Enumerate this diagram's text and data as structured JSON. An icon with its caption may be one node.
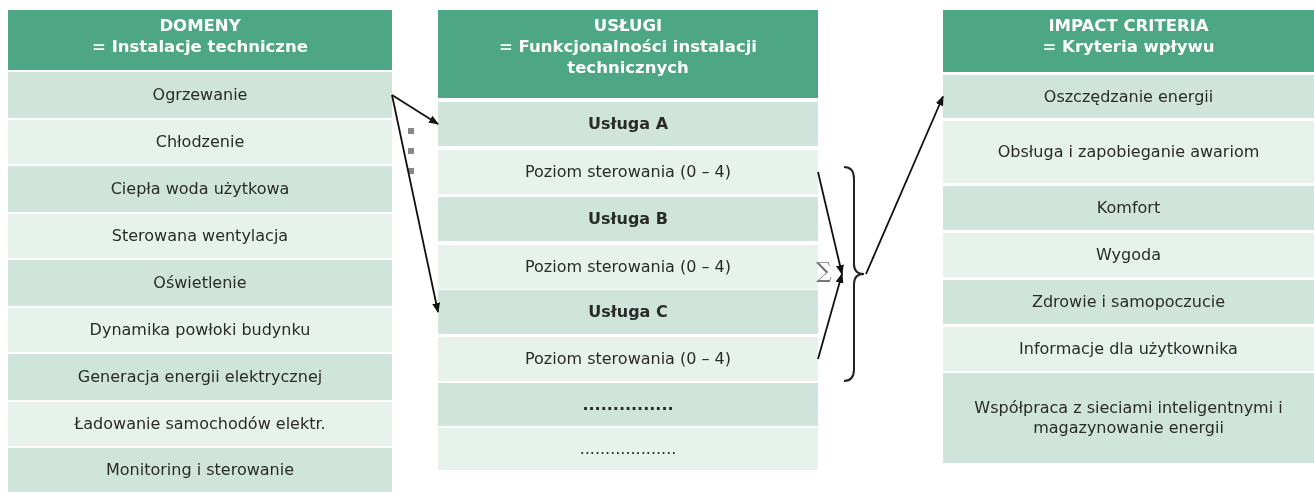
{
  "diagram": {
    "nodes": [
      {
        "text": [
          "DOMENY",
          "= Instalacje techniczne"
        ]
      },
      {
        "text": [
          "Ogrzewanie"
        ]
      },
      {
        "text": [
          "Chłodzenie"
        ]
      },
      {
        "text": [
          "Ciepła woda użytkowa"
        ]
      },
      {
        "text": [
          "Sterowana wentylacja"
        ]
      },
      {
        "text": [
          "Oświetlenie"
        ]
      },
      {
        "text": [
          "Dynamika powłoki budynku"
        ]
      },
      {
        "text": [
          "Generacja energii elektrycznej"
        ]
      },
      {
        "text": [
          "Ładowanie samochodów elektr."
        ]
      },
      {
        "text": [
          "Monitoring i sterowanie"
        ]
      },
      {
        "text": [
          "USŁUGI",
          "= Funkcjonalności instalacji technicznych"
        ]
      },
      {
        "text": [
          "Usługa A"
        ]
      },
      {
        "text": [
          "Poziom sterowania (0 – 4)"
        ]
      },
      {
        "text": [
          "Usługa B"
        ]
      },
      {
        "text": [
          "Poziom sterowania (0 – 4)"
        ]
      },
      {
        "text": [
          "Usługa C"
        ]
      },
      {
        "text": [
          "Poziom sterowania (0 – 4)"
        ]
      },
      {
        "text": [
          "..............."
        ]
      },
      {
        "text": [
          "..................."
        ]
      },
      {
        "text": [
          "IMPACT CRITERIA",
          "= Kryteria wpływu"
        ]
      },
      {
        "text": [
          "Oszczędzanie energii"
        ]
      },
      {
        "text": [
          "Obsługa i zapobieganie awariom"
        ]
      },
      {
        "text": [
          "Komfort"
        ]
      },
      {
        "text": [
          "Wygoda"
        ]
      },
      {
        "text": [
          "Zdrowie i samopoczucie"
        ]
      },
      {
        "text": [
          "Informacje dla użytkownika"
        ]
      },
      {
        "text": [
          "Współpraca z sieciami inteligentnymi i magazynowanie energii"
        ]
      },
      {
        "text": [],
        "shape": "brace",
        "beside": [
          "∑"
        ]
      }
    ],
    "edges": [
      {
        "from": 1,
        "to": 11,
        "arrow": "to"
      },
      {
        "from": 1,
        "to": 15,
        "arrow": "to"
      },
      {
        "from": 12,
        "to": 27,
        "arrow": "to"
      },
      {
        "from": 16,
        "to": 27,
        "arrow": "to"
      },
      {
        "from": 27,
        "to": 20,
        "arrow": "to"
      }
    ]
  }
}
